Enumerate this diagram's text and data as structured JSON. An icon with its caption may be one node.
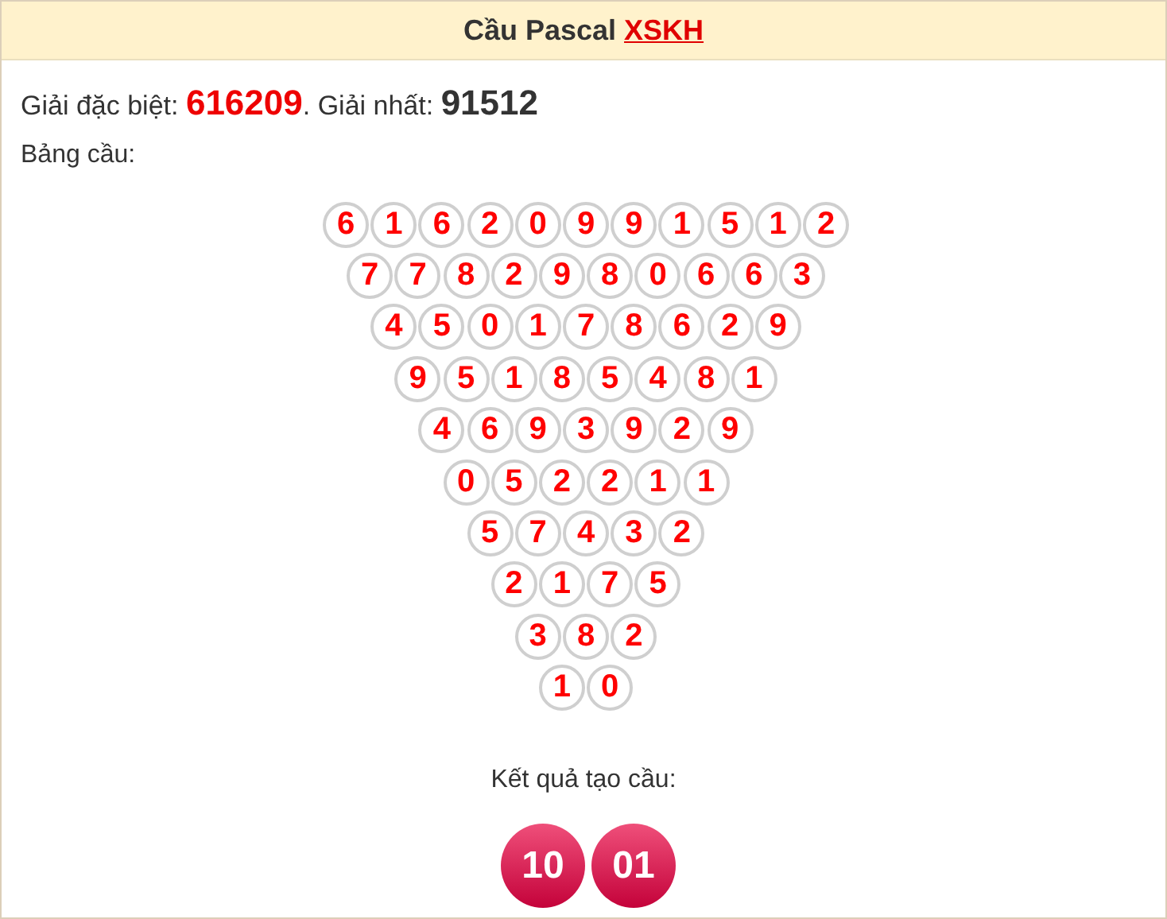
{
  "diagram": {
    "title": "Cầu Pascal XSKH",
    "nodes": [
      {
        "text": [
          "6"
        ]
      },
      {
        "text": [
          "1"
        ]
      },
      {
        "text": [
          "6"
        ]
      },
      {
        "text": [
          "2"
        ]
      },
      {
        "text": [
          "0"
        ]
      },
      {
        "text": [
          "9"
        ]
      },
      {
        "text": [
          "9"
        ]
      },
      {
        "text": [
          "1"
        ]
      },
      {
        "text": [
          "5"
        ]
      },
      {
        "text": [
          "1"
        ]
      },
      {
        "text": [
          "2"
        ]
      },
      {
        "text": [
          "7"
        ]
      },
      {
        "text": [
          "7"
        ]
      },
      {
        "text": [
          "8"
        ]
      },
      {
        "text": [
          "2"
        ]
      },
      {
        "text": [
          "9"
        ]
      },
      {
        "text": [
          "8"
        ]
      },
      {
        "text": [
          "0"
        ]
      },
      {
        "text": [
          "6"
        ]
      },
      {
        "text": [
          "6"
        ]
      },
      {
        "text": [
          "3"
        ]
      },
      {
        "text": [
          "4"
        ]
      },
      {
        "text": [
          "5"
        ]
      },
      {
        "text": [
          "0"
        ]
      },
      {
        "text": [
          "1"
        ]
      },
      {
        "text": [
          "7"
        ]
      },
      {
        "text": [
          "8"
        ]
      },
      {
        "text": [
          "6"
        ]
      },
      {
        "text": [
          "2"
        ]
      },
      {
        "text": [
          "9"
        ]
      },
      {
        "text": [
          "9"
        ]
      },
      {
        "text": [
          "5"
        ]
      },
      {
        "text": [
          "1"
        ]
      },
      {
        "text": [
          "8"
        ]
      },
      {
        "text": [
          "5"
        ]
      },
      {
        "text": [
          "4"
        ]
      },
      {
        "text": [
          "8"
        ]
      },
      {
        "text": [
          "1"
        ]
      },
      {
        "text": [
          "4"
        ]
      },
      {
        "text": [
          "6"
        ]
      },
      {
        "text": [
          "9"
        ]
      },
      {
        "text": [
          "3"
        ]
      },
      {
        "text": [
          "9"
        ]
      },
      {
        "text": [
          "2"
        ]
      },
      {
        "text": [
          "9"
        ]
      },
      {
        "text": [
          "0"
        ]
      },
      {
        "text": [
          "5"
        ]
      },
      {
        "text": [
          "2"
        ]
      },
      {
        "text": [
          "2"
        ]
      },
      {
        "text": [
          "1"
        ]
      },
      {
        "text": [
          "1"
        ]
      },
      {
        "text": [
          "5"
        ]
      },
      {
        "text": [
          "7"
        ]
      },
      {
        "text": [
          "4"
        ]
      },
      {
        "text": [
          "3"
        ]
      },
      {
        "text": [
          "2"
        ]
      },
      {
        "text": [
          "2"
        ]
      },
      {
        "text": [
          "1"
        ]
      },
      {
        "text": [
          "7"
        ]
      },
      {
        "text": [
          "5"
        ]
      },
      {
        "text": [
          "3"
        ]
      },
      {
        "text": [
          "8"
        ]
      },
      {
        "text": [
          "2"
        ]
      },
      {
        "text": [
          "1"
        ]
      },
      {
        "text": [
          "0"
        ]
      },
      {
        "text": [
          "10"
        ]
      },
      {
        "text": [
          "01"
        ]
      }
    ],
    "labels": [
      "Giải đặc biệt: **616209**. Giải nhất: **91512**",
      "Bảng cầu:",
      "Kết quả tạo cầu:"
    ]
  }
}
